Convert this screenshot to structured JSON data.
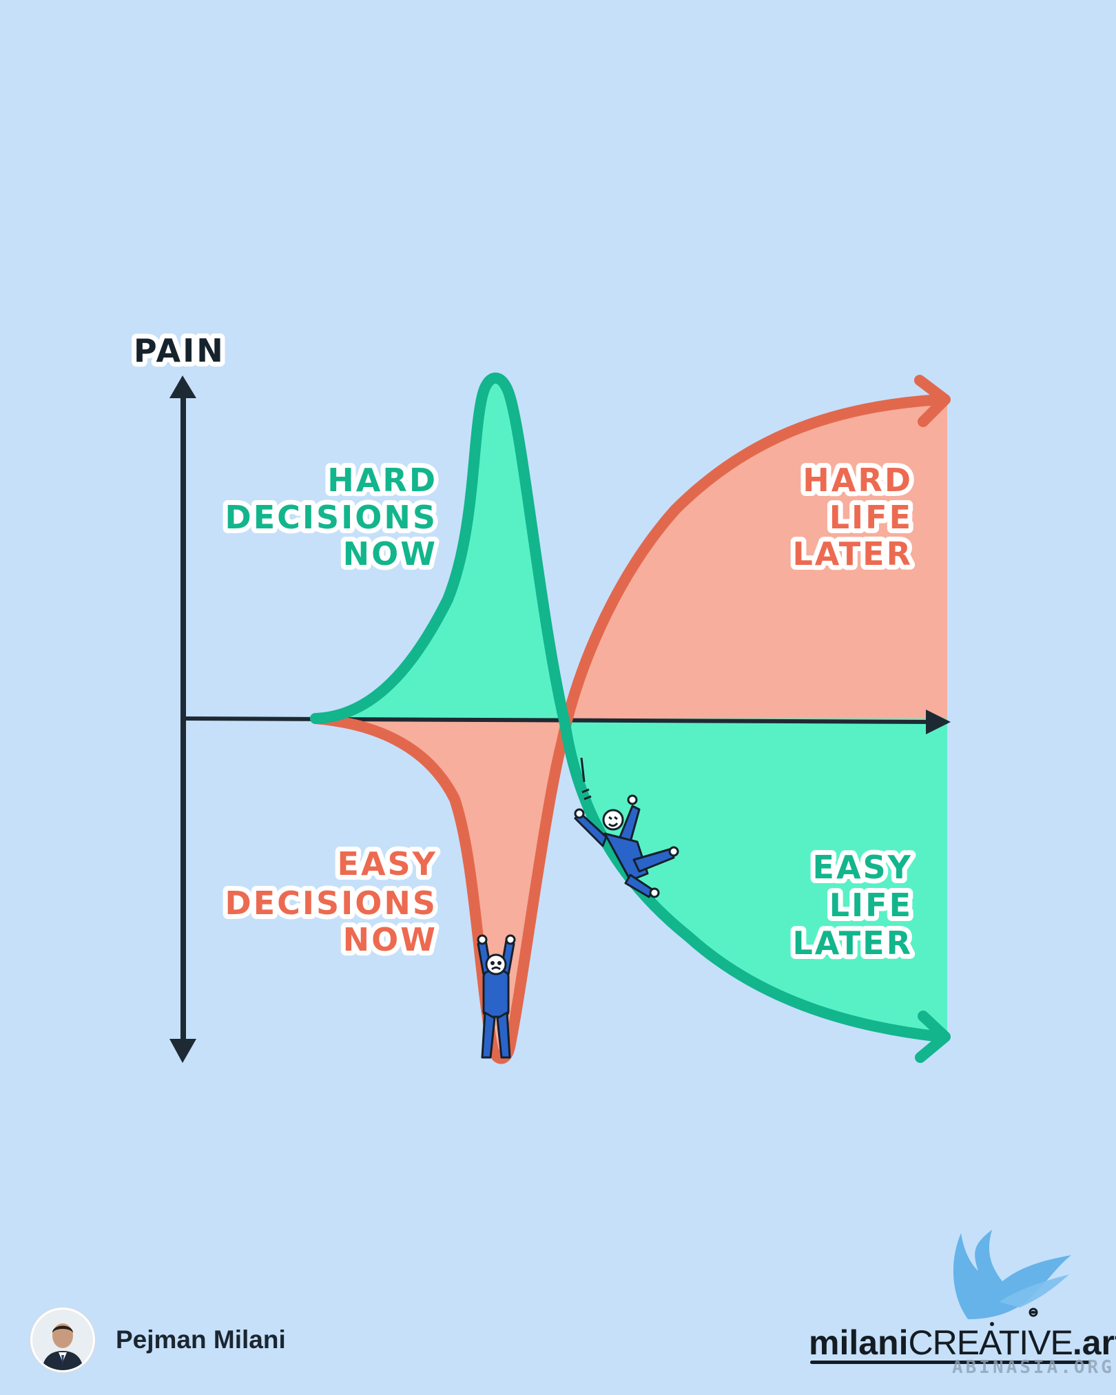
{
  "diagram": {
    "y_axis_label": "PAIN",
    "top_left_label": [
      "HARD",
      "DECISIONS",
      "NOW"
    ],
    "bottom_left_label": [
      "EASY",
      "DECISIONS",
      "NOW"
    ],
    "top_right_label": [
      "HARD",
      "LIFE",
      "LATER"
    ],
    "bottom_right_label": [
      "EASY",
      "LIFE",
      "LATER"
    ]
  },
  "colors": {
    "background": "#c6e0fa",
    "green_stroke": "#12b58c",
    "green_fill": "#58f1c6",
    "red_stroke": "#e2684d",
    "red_fill": "#f7ae9c",
    "axis": "#1e2a33",
    "figure": "#2a64c9"
  },
  "author": {
    "name": "Pejman Milani",
    "avatar_icon": "person-portrait-icon"
  },
  "brand": {
    "part1": "milani",
    "part2": "CREATIVE",
    "part3": ".art",
    "logo_icon": "bird-wing-logo-icon",
    "watermark": "ABINASIA.ORG"
  }
}
